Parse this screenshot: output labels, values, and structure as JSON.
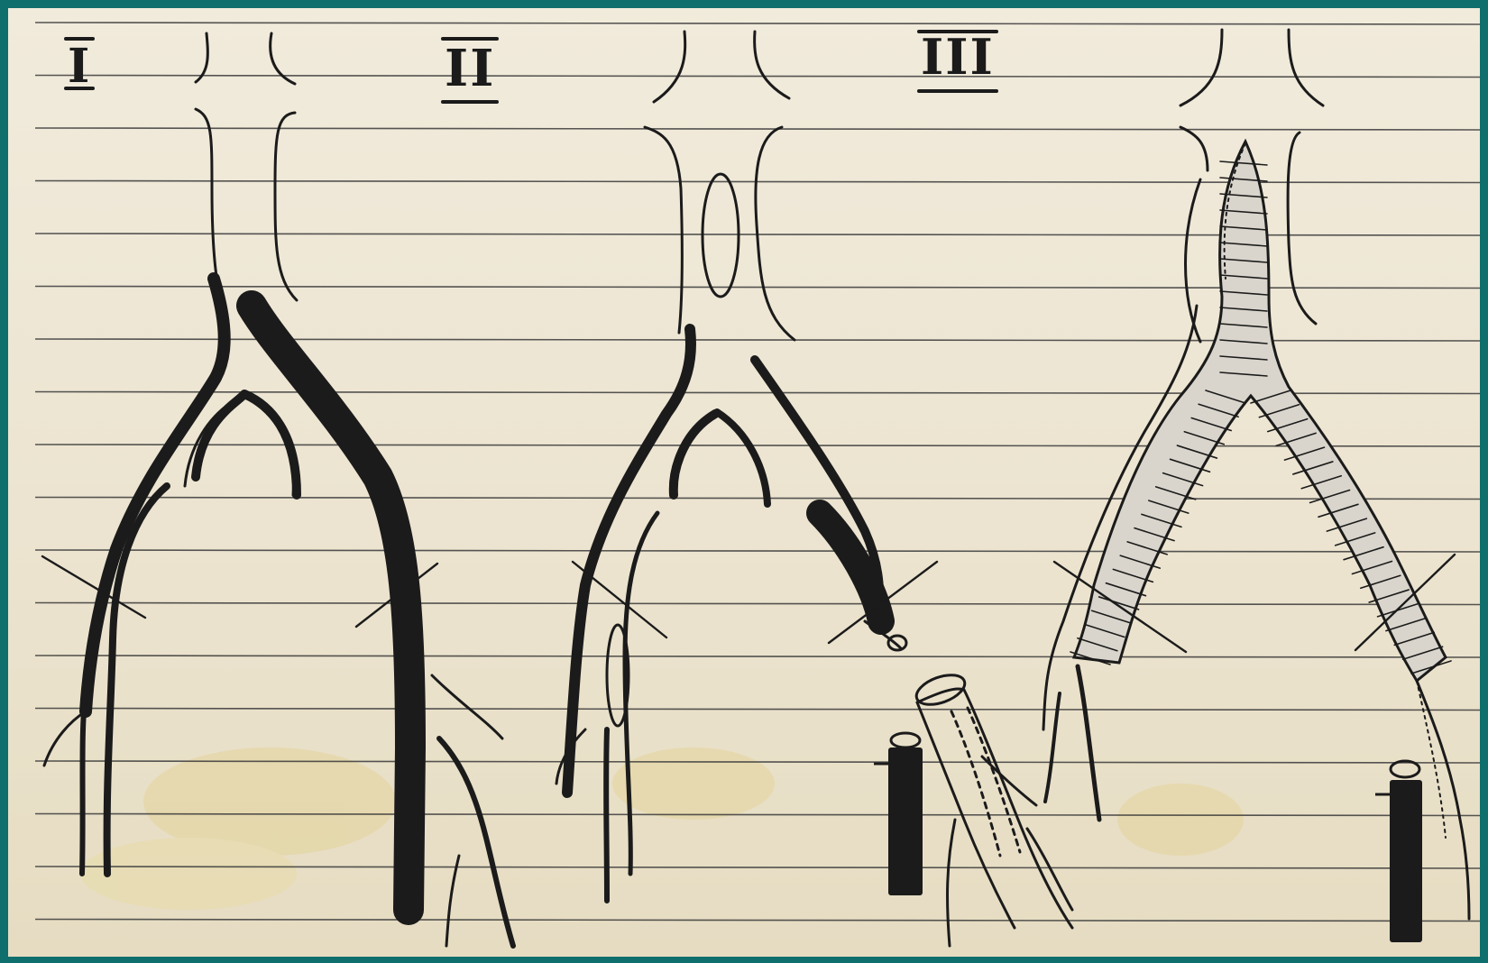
{
  "stages": [
    {
      "numeral": "I"
    },
    {
      "numeral": "II"
    },
    {
      "numeral": "III"
    }
  ],
  "colors": {
    "border": "#0f6f6c",
    "paper": "#efe8d8",
    "ink": "#1b1b1b",
    "ruled_line": "#3a3a3a",
    "stain": "#e3d49a",
    "graft_fill": "#d9d5cc"
  },
  "icons": {
    "ligature": "ligature-cross-icon",
    "clamp": "clamp-icon"
  }
}
